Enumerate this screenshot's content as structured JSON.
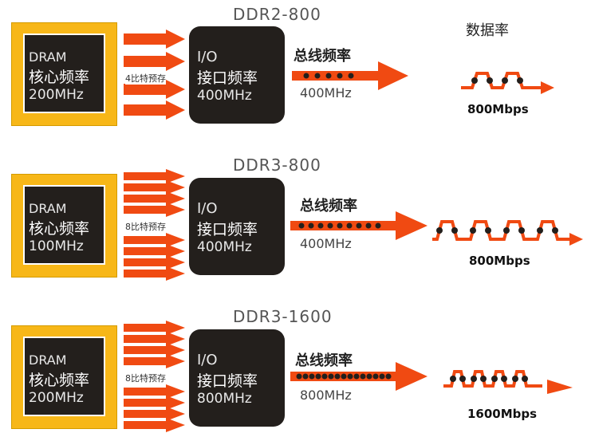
{
  "data_rate_title": "数据率",
  "rows": [
    {
      "title": "DDR2-800",
      "dram": {
        "line1": "DRAM",
        "line2": "核心频率",
        "line3": "200MHz"
      },
      "prefetch": "4比特预存",
      "io": {
        "line1": "I/O",
        "line2": "接口频率",
        "line3": "400MHz"
      },
      "bus_label": "总线频率",
      "bus_freq": "400MHz",
      "data_rate": "800Mbps"
    },
    {
      "title": "DDR3-800",
      "dram": {
        "line1": "DRAM",
        "line2": "核心频率",
        "line3": "100MHz"
      },
      "prefetch": "8比特预存",
      "io": {
        "line1": "I/O",
        "line2": "接口频率",
        "line3": "400MHz"
      },
      "bus_label": "总线频率",
      "bus_freq": "400MHz",
      "data_rate": "800Mbps"
    },
    {
      "title": "DDR3-1600",
      "dram": {
        "line1": "DRAM",
        "line2": "核心频率",
        "line3": "200MHz"
      },
      "prefetch": "8比特预存",
      "io": {
        "line1": "I/O",
        "line2": "接口频率",
        "line3": "800MHz"
      },
      "bus_label": "总线频率",
      "bus_freq": "800MHz",
      "data_rate": "1600Mbps"
    }
  ],
  "colors": {
    "arrow": "#f04a12",
    "dram_frame": "#f7b718",
    "box": "#231f1c",
    "dot": "#231f1c"
  }
}
